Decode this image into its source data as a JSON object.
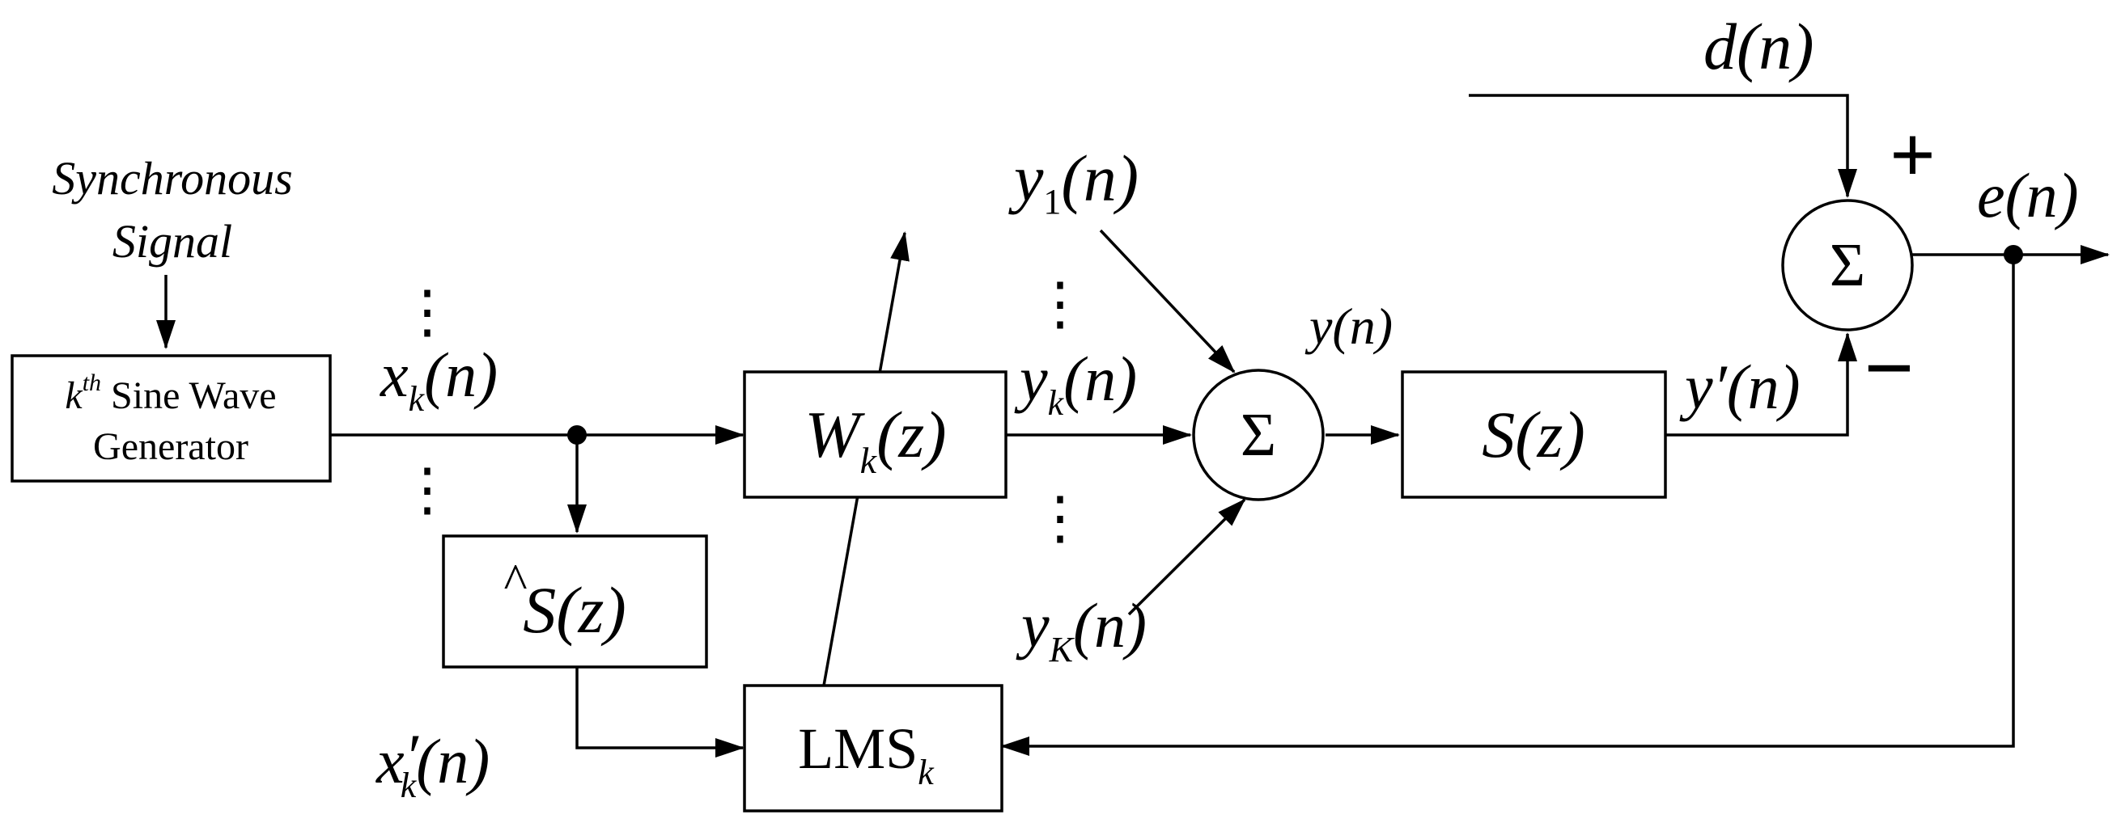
{
  "labels": {
    "sync_signal_line1": "Synchronous",
    "sync_signal_line2": "Signal",
    "gen_k": "k",
    "gen_th": "th",
    "gen_line1_rest": " Sine Wave",
    "gen_line2": "Generator",
    "xk_base": "x",
    "xk_sub": "k",
    "xk_arg": "(n)",
    "shat_S": "S",
    "shat_hat": "^",
    "shat_arg": "(z)",
    "xkp_base": "x",
    "xkp_prime": "′",
    "xkp_sub": "k",
    "xkp_arg": "(n)",
    "wk_base": "W",
    "wk_sub": "k",
    "wk_arg": "(z)",
    "lms_base": "LMS",
    "lms_sub": "k",
    "y1_base": "y",
    "y1_sub": "1",
    "y1_arg": "(n)",
    "yk_base": "y",
    "yk_sub": "k",
    "yk_arg": "(n)",
    "yK_base": "y",
    "yK_sub": "K",
    "yK_arg": "(n)",
    "sum_symbol": "Σ",
    "yn_base": "y",
    "yn_arg": "(n)",
    "s_base": "S",
    "s_arg": "(z)",
    "yprime_base": "y",
    "yprime_prime": "′",
    "yprime_arg": "(n)",
    "dn_base": "d",
    "dn_arg": "(n)",
    "plus_sign": "+",
    "minus_sign": "−",
    "en_base": "e",
    "en_arg": "(n)",
    "vdots": "⋮"
  }
}
